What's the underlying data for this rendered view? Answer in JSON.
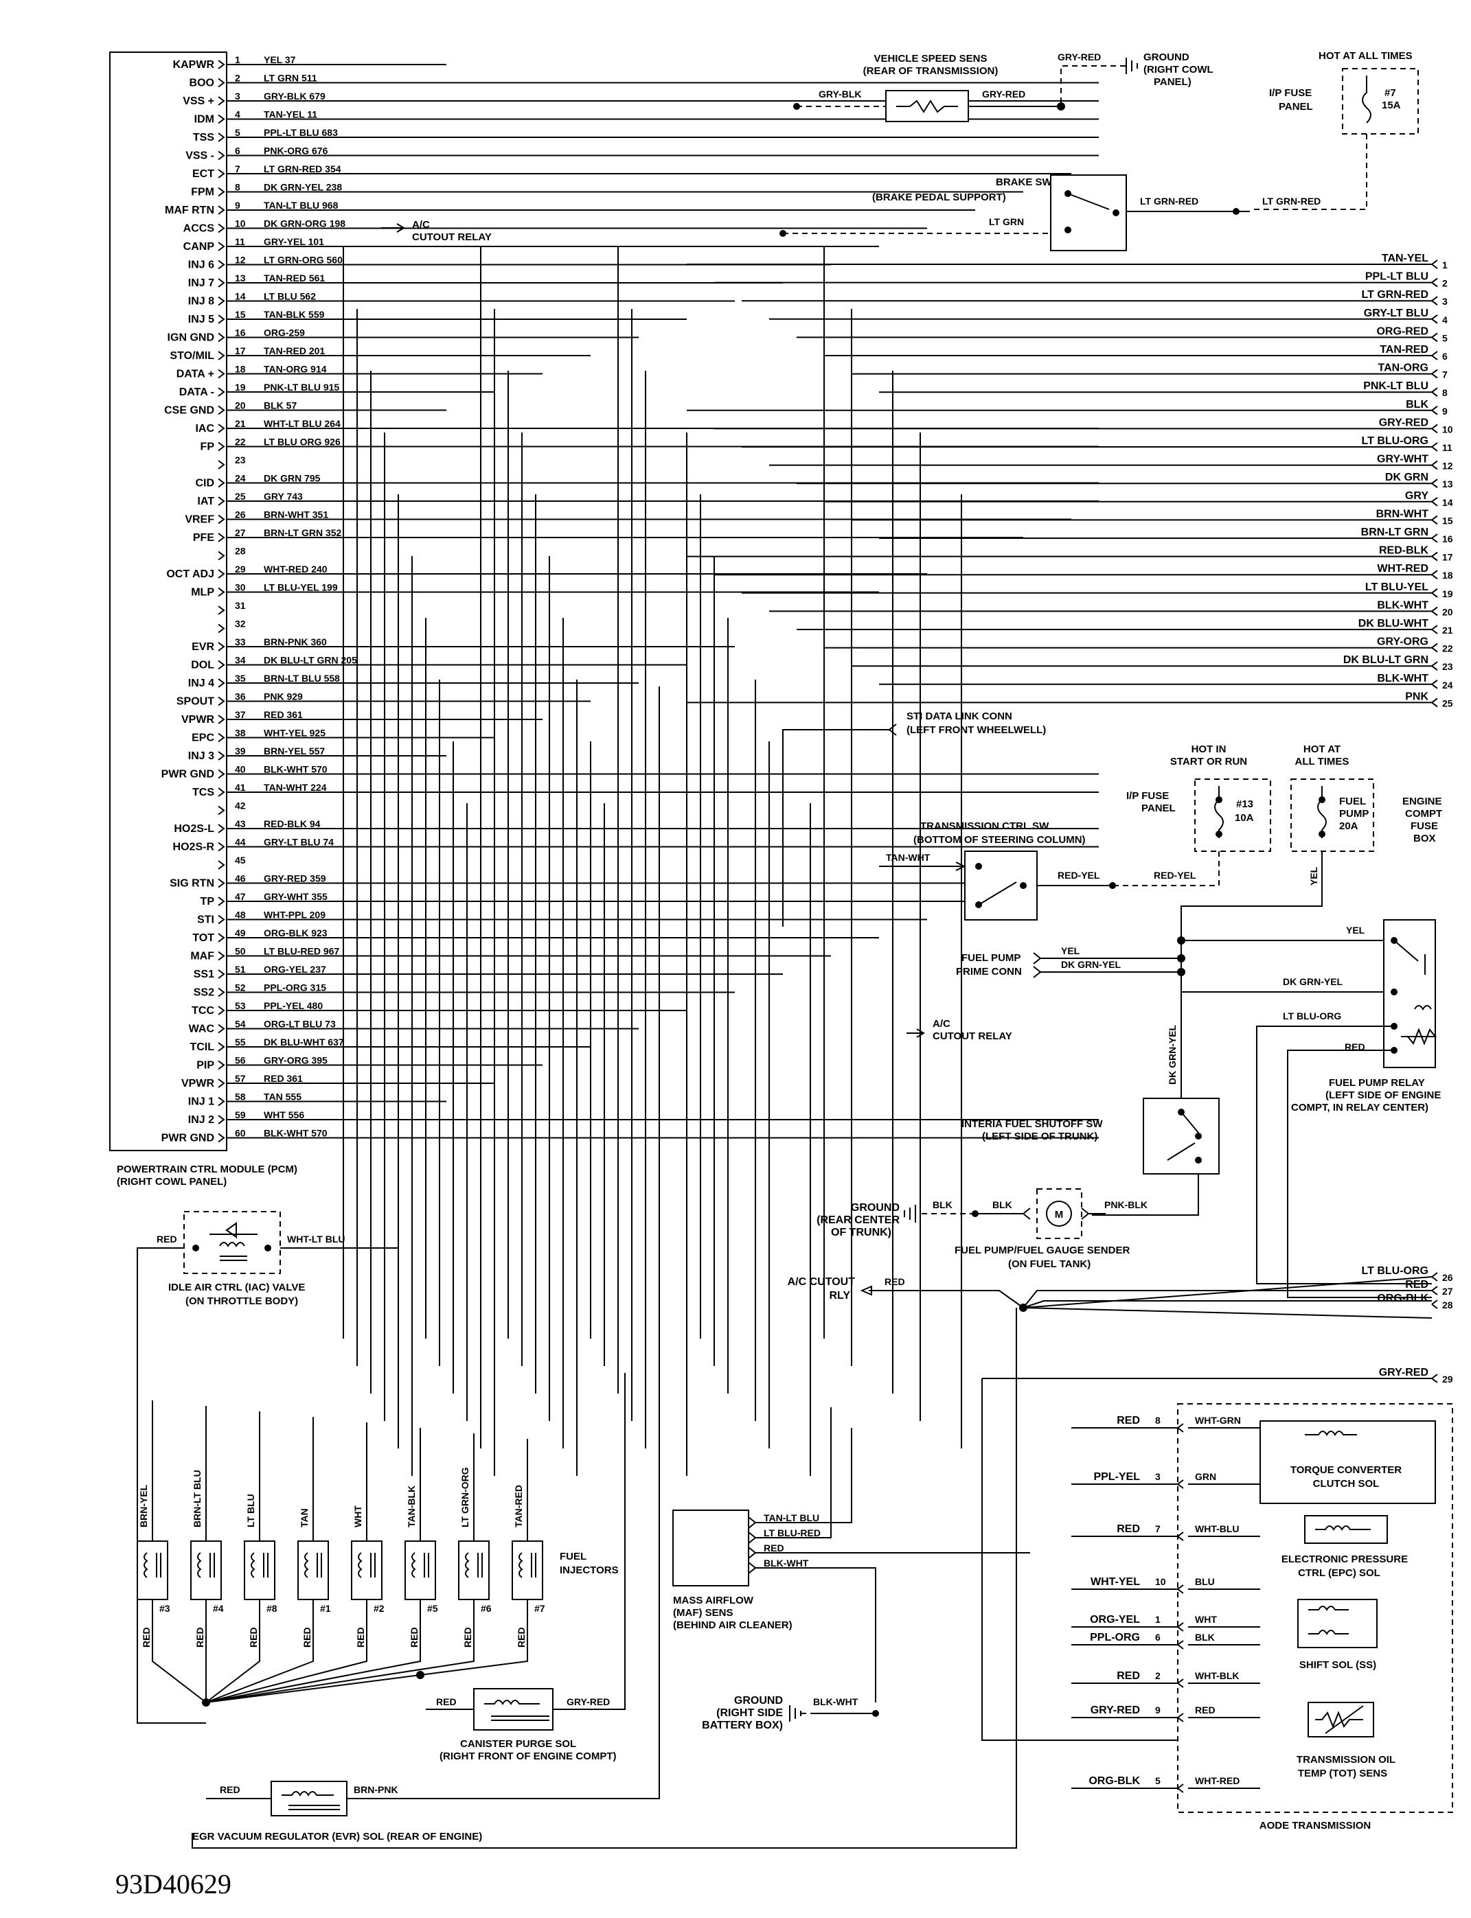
{
  "pcm": {
    "title": "POWERTRAIN CTRL MODULE (PCM)",
    "location": "(RIGHT COWL PANEL)",
    "pins": [
      {
        "pin": "1",
        "func": "KAPWR",
        "wire": "YEL 37"
      },
      {
        "pin": "2",
        "func": "BOO",
        "wire": "LT GRN 511"
      },
      {
        "pin": "3",
        "func": "VSS +",
        "wire": "GRY-BLK 679"
      },
      {
        "pin": "4",
        "func": "IDM",
        "wire": "TAN-YEL 11"
      },
      {
        "pin": "5",
        "func": "TSS",
        "wire": "PPL-LT BLU 683"
      },
      {
        "pin": "6",
        "func": "VSS -",
        "wire": "PNK-ORG 676"
      },
      {
        "pin": "7",
        "func": "ECT",
        "wire": "LT GRN-RED 354"
      },
      {
        "pin": "8",
        "func": "FPM",
        "wire": "DK GRN-YEL 238"
      },
      {
        "pin": "9",
        "func": "MAF RTN",
        "wire": "TAN-LT BLU 968"
      },
      {
        "pin": "10",
        "func": "ACCS",
        "wire": "DK GRN-ORG 198"
      },
      {
        "pin": "11",
        "func": "CANP",
        "wire": "GRY-YEL 101"
      },
      {
        "pin": "12",
        "func": "INJ 6",
        "wire": "LT GRN-ORG  560"
      },
      {
        "pin": "13",
        "func": "INJ 7",
        "wire": "TAN-RED 561"
      },
      {
        "pin": "14",
        "func": "INJ 8",
        "wire": "LT BLU 562"
      },
      {
        "pin": "15",
        "func": "INJ 5",
        "wire": "TAN-BLK 559"
      },
      {
        "pin": "16",
        "func": "IGN GND",
        "wire": "ORG-259"
      },
      {
        "pin": "17",
        "func": "STO/MIL",
        "wire": "TAN-RED 201"
      },
      {
        "pin": "18",
        "func": "DATA +",
        "wire": "TAN-ORG 914"
      },
      {
        "pin": "19",
        "func": "DATA -",
        "wire": "PNK-LT BLU 915"
      },
      {
        "pin": "20",
        "func": "CSE GND",
        "wire": "BLK 57"
      },
      {
        "pin": "21",
        "func": "IAC",
        "wire": "WHT-LT BLU 264"
      },
      {
        "pin": "22",
        "func": "FP",
        "wire": "LT BLU ORG 926"
      },
      {
        "pin": "23",
        "func": "",
        "wire": ""
      },
      {
        "pin": "24",
        "func": "CID",
        "wire": "DK GRN 795"
      },
      {
        "pin": "25",
        "func": "IAT",
        "wire": "GRY 743"
      },
      {
        "pin": "26",
        "func": "VREF",
        "wire": "BRN-WHT 351"
      },
      {
        "pin": "27",
        "func": "PFE",
        "wire": "BRN-LT GRN 352"
      },
      {
        "pin": "28",
        "func": "",
        "wire": ""
      },
      {
        "pin": "29",
        "func": "OCT ADJ",
        "wire": "WHT-RED 240"
      },
      {
        "pin": "30",
        "func": "MLP",
        "wire": "LT BLU-YEL 199"
      },
      {
        "pin": "31",
        "func": "",
        "wire": ""
      },
      {
        "pin": "32",
        "func": "",
        "wire": ""
      },
      {
        "pin": "33",
        "func": "EVR",
        "wire": "BRN-PNK 360"
      },
      {
        "pin": "34",
        "func": "DOL",
        "wire": "DK BLU-LT GRN 205"
      },
      {
        "pin": "35",
        "func": "INJ 4",
        "wire": "BRN-LT BLU 558"
      },
      {
        "pin": "36",
        "func": "SPOUT",
        "wire": "PNK 929"
      },
      {
        "pin": "37",
        "func": "VPWR",
        "wire": "RED 361"
      },
      {
        "pin": "38",
        "func": "EPC",
        "wire": "WHT-YEL 925"
      },
      {
        "pin": "39",
        "func": "INJ 3",
        "wire": "BRN-YEL 557"
      },
      {
        "pin": "40",
        "func": "PWR GND",
        "wire": "BLK-WHT 570"
      },
      {
        "pin": "41",
        "func": "TCS",
        "wire": "TAN-WHT 224"
      },
      {
        "pin": "42",
        "func": "",
        "wire": ""
      },
      {
        "pin": "43",
        "func": "HO2S-L",
        "wire": "RED-BLK 94"
      },
      {
        "pin": "44",
        "func": "HO2S-R",
        "wire": "GRY-LT BLU 74"
      },
      {
        "pin": "45",
        "func": "",
        "wire": ""
      },
      {
        "pin": "46",
        "func": "SIG RTN",
        "wire": "GRY-RED 359"
      },
      {
        "pin": "47",
        "func": "TP",
        "wire": "GRY-WHT 355"
      },
      {
        "pin": "48",
        "func": "STI",
        "wire": "WHT-PPL 209"
      },
      {
        "pin": "49",
        "func": "TOT",
        "wire": "ORG-BLK 923"
      },
      {
        "pin": "50",
        "func": "MAF",
        "wire": "LT BLU-RED 967"
      },
      {
        "pin": "51",
        "func": "SS1",
        "wire": "ORG-YEL 237"
      },
      {
        "pin": "52",
        "func": "SS2",
        "wire": "PPL-ORG 315"
      },
      {
        "pin": "53",
        "func": "TCC",
        "wire": "PPL-YEL 480"
      },
      {
        "pin": "54",
        "func": "WAC",
        "wire": "ORG-LT BLU 73"
      },
      {
        "pin": "55",
        "func": "TCIL",
        "wire": "DK BLU-WHT 637"
      },
      {
        "pin": "56",
        "func": "PIP",
        "wire": "GRY-ORG 395"
      },
      {
        "pin": "57",
        "func": "VPWR",
        "wire": "RED 361"
      },
      {
        "pin": "58",
        "func": "INJ 1",
        "wire": "TAN 555"
      },
      {
        "pin": "59",
        "func": "INJ 2",
        "wire": "WHT 556"
      },
      {
        "pin": "60",
        "func": "PWR GND",
        "wire": "BLK-WHT 570"
      }
    ]
  },
  "right_connectors": [
    {
      "n": "1",
      "wire": "TAN-YEL"
    },
    {
      "n": "2",
      "wire": "PPL-LT BLU"
    },
    {
      "n": "3",
      "wire": "LT GRN-RED"
    },
    {
      "n": "4",
      "wire": "GRY-LT BLU"
    },
    {
      "n": "5",
      "wire": "ORG-RED"
    },
    {
      "n": "6",
      "wire": "TAN-RED"
    },
    {
      "n": "7",
      "wire": "TAN-ORG"
    },
    {
      "n": "8",
      "wire": "PNK-LT BLU"
    },
    {
      "n": "9",
      "wire": "BLK"
    },
    {
      "n": "10",
      "wire": "GRY-RED"
    },
    {
      "n": "11",
      "wire": "LT BLU-ORG"
    },
    {
      "n": "12",
      "wire": "GRY-WHT"
    },
    {
      "n": "13",
      "wire": "DK GRN"
    },
    {
      "n": "14",
      "wire": "GRY"
    },
    {
      "n": "15",
      "wire": "BRN-WHT"
    },
    {
      "n": "16",
      "wire": "BRN-LT GRN"
    },
    {
      "n": "17",
      "wire": "RED-BLK"
    },
    {
      "n": "18",
      "wire": "WHT-RED"
    },
    {
      "n": "19",
      "wire": "LT BLU-YEL"
    },
    {
      "n": "20",
      "wire": "BLK-WHT"
    },
    {
      "n": "21",
      "wire": "DK BLU-WHT"
    },
    {
      "n": "22",
      "wire": "GRY-ORG"
    },
    {
      "n": "23",
      "wire": "DK BLU-LT GRN"
    },
    {
      "n": "24",
      "wire": "BLK-WHT"
    },
    {
      "n": "25",
      "wire": "PNK"
    }
  ],
  "right_connectors_lower": [
    {
      "n": "26",
      "wire": "LT BLU-ORG"
    },
    {
      "n": "27",
      "wire": "RED"
    },
    {
      "n": "28",
      "wire": "ORG-BLK"
    },
    {
      "n": "29",
      "wire": "GRY-RED"
    }
  ],
  "labels": {
    "vss_title": "VEHICLE SPEED SENS",
    "vss_loc": "(REAR OF TRANSMISSION)",
    "gry_blk": "GRY-BLK",
    "gry_red": "GRY-RED",
    "ground": "GROUND",
    "right_cowl": "(RIGHT COWL",
    "panel": "PANEL)",
    "hot_all_times": "HOT AT ALL TIMES",
    "ip_fuse": "I/P FUSE",
    "panel_word": "PANEL",
    "fuse7": "#7",
    "fuse7_amp": "15A",
    "brake_sw": "BRAKE SW",
    "brake_loc": "(BRAKE PEDAL SUPPORT)",
    "lt_grn": "LT GRN",
    "lt_grn_red": "LT GRN-RED",
    "ac_cutout_relay": "A/C",
    "ac_cutout_relay2": "CUTOUT RELAY",
    "sti_conn": "STI DATA LINK CONN",
    "sti_loc": "(LEFT FRONT WHEELWELL)",
    "hot_start_run": "HOT IN",
    "hot_start_run2": "START OR RUN",
    "hot_at": "HOT AT",
    "all_times": "ALL TIMES",
    "fuse13": "#13",
    "fuse13_amp": "10A",
    "fuel": "FUEL",
    "pump": "PUMP",
    "pump_amp": "20A",
    "engine": "ENGINE",
    "compt": "COMPT",
    "fuse": "FUSE",
    "box": "BOX",
    "tcs_title": "TRANSMISSION CTRL SW",
    "tcs_loc": "(BOTTOM OF STEERING COLUMN)",
    "tan_wht": "TAN-WHT",
    "red_yel": "RED-YEL",
    "yel": "YEL",
    "fp_prime": "FUEL PUMP",
    "fp_prime2": "PRIME CONN",
    "dk_grn_yel": "DK GRN-YEL",
    "lt_blu_org": "LT BLU-ORG",
    "red": "RED",
    "fp_relay": "FUEL PUMP RELAY",
    "fp_relay2": "(LEFT SIDE OF ENGINE",
    "fp_relay3": "COMPT, IN RELAY CENTER)",
    "inertia": "INTERIA FUEL SHUTOFF SW",
    "inertia_loc": "(LEFT SIDE OF TRUNK)",
    "ground_trunk": "GROUND",
    "ground_trunk2": "(REAR CENTER",
    "ground_trunk3": "OF TRUNK)",
    "blk": "BLK",
    "pnk_blk": "PNK-BLK",
    "motor": "M",
    "fp_sender": "FUEL PUMP/FUEL GAUGE SENDER",
    "fp_sender_loc": "(ON FUEL TANK)",
    "ac_cutout_rly": "A/C CUTOUT",
    "rly": "RLY",
    "red_wht_lt_blu": "WHT-LT BLU",
    "iac_title": "IDLE AIR CTRL (IAC) VALVE",
    "iac_loc": "(ON THROTTLE BODY)",
    "fuel_injectors": "FUEL",
    "fuel_injectors2": "INJECTORS",
    "maf_title": "MASS AIRFLOW",
    "maf_title2": "(MAF) SENS",
    "maf_loc": "(BEHIND AIR CLEANER)",
    "tan_lt_blu": "TAN-LT BLU",
    "lt_blu_red": "LT BLU-RED",
    "blk_wht": "BLK-WHT",
    "ground_batt": "GROUND",
    "ground_batt2": "(RIGHT SIDE",
    "ground_batt3": "BATTERY BOX)",
    "canister": "CANISTER PURGE SOL",
    "canister_loc": "(RIGHT FRONT OF ENGINE COMPT)",
    "brn_pnk": "BRN-PNK",
    "evr": "EGR VACUUM REGULATOR (EVR) SOL (REAR OF ENGINE)",
    "tcc_sol": "TORQUE CONVERTER",
    "tcc_sol2": "CLUTCH SOL",
    "epc_sol": "ELECTRONIC PRESSURE",
    "epc_sol2": "CTRL (EPC) SOL",
    "shift_sol": "SHIFT SOL (SS)",
    "tot_sens": "TRANSMISSION OIL",
    "tot_sens2": "TEMP (TOT) SENS",
    "aode": "AODE TRANSMISSION",
    "figure_id": "93D40629"
  },
  "injectors": [
    {
      "wire": "BRN-YEL",
      "num": "#3"
    },
    {
      "wire": "BRN-LT BLU",
      "num": "#4"
    },
    {
      "wire": "LT BLU",
      "num": "#8"
    },
    {
      "wire": "TAN",
      "num": "#1"
    },
    {
      "wire": "WHT",
      "num": "#2"
    },
    {
      "wire": "TAN-BLK",
      "num": "#5"
    },
    {
      "wire": "LT GRN-ORG",
      "num": "#6"
    },
    {
      "wire": "TAN-RED",
      "num": "#7"
    }
  ],
  "trans_pins": [
    {
      "pin": "8",
      "left": "RED",
      "right": "WHT-GRN"
    },
    {
      "pin": "3",
      "left": "PPL-YEL",
      "right": "GRN"
    },
    {
      "pin": "7",
      "left": "RED",
      "right": "WHT-BLU"
    },
    {
      "pin": "10",
      "left": "WHT-YEL",
      "right": "BLU"
    },
    {
      "pin": "1",
      "left": "ORG-YEL",
      "right": "WHT"
    },
    {
      "pin": "6",
      "left": "PPL-ORG",
      "right": "BLK"
    },
    {
      "pin": "2",
      "left": "RED",
      "right": "WHT-BLK"
    },
    {
      "pin": "9",
      "left": "GRY-RED",
      "right": "RED"
    },
    {
      "pin": "5",
      "left": "ORG-BLK",
      "right": "WHT-RED"
    }
  ]
}
